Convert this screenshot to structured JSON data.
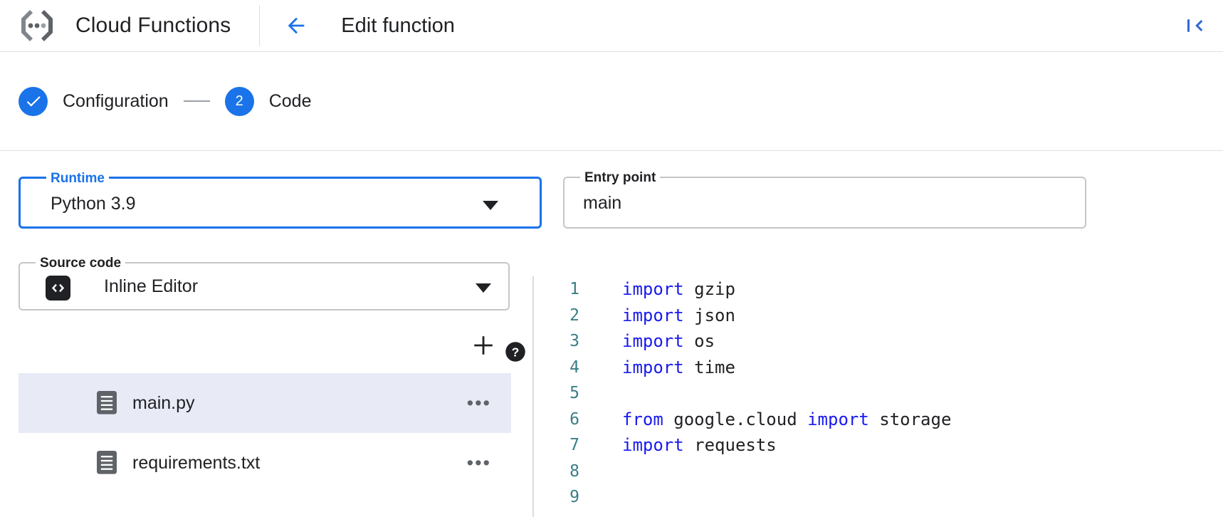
{
  "appbar": {
    "brand_title": "Cloud Functions",
    "brand_logo_icon": "cloud-functions-logo",
    "back_icon": "arrow-left-icon",
    "page_title": "Edit function",
    "collapse_icon": "collapse-panel-icon"
  },
  "stepper": {
    "steps": [
      {
        "label": "Configuration",
        "marker": "check",
        "state": "completed"
      },
      {
        "label": "Code",
        "marker": "2",
        "state": "active"
      }
    ]
  },
  "form": {
    "runtime": {
      "label": "Runtime",
      "value": "Python 3.9",
      "focused": true,
      "caret_icon": "chevron-down-icon",
      "help_icon": "help-icon"
    },
    "entry_point": {
      "label": "Entry point",
      "value": "main",
      "placeholder": "Entry point",
      "help_icon": "help-icon"
    },
    "source_code": {
      "label": "Source code",
      "value": "Inline Editor",
      "leading_icon": "code-brackets-icon",
      "caret_icon": "chevron-down-icon"
    }
  },
  "files": {
    "add_button_icon": "plus-icon",
    "items": [
      {
        "name": "main.py",
        "icon": "file-icon",
        "selected": true,
        "menu": "•••"
      },
      {
        "name": "requirements.txt",
        "icon": "file-icon",
        "selected": false,
        "menu": "•••"
      }
    ]
  },
  "editor": {
    "lines": [
      {
        "n": "1",
        "tokens": [
          {
            "t": "import",
            "k": true
          },
          {
            "t": " gzip",
            "k": false
          }
        ]
      },
      {
        "n": "2",
        "tokens": [
          {
            "t": "import",
            "k": true
          },
          {
            "t": " json",
            "k": false
          }
        ]
      },
      {
        "n": "3",
        "tokens": [
          {
            "t": "import",
            "k": true
          },
          {
            "t": " os",
            "k": false
          }
        ]
      },
      {
        "n": "4",
        "tokens": [
          {
            "t": "import",
            "k": true
          },
          {
            "t": " time",
            "k": false
          }
        ]
      },
      {
        "n": "5",
        "tokens": []
      },
      {
        "n": "6",
        "tokens": [
          {
            "t": "from",
            "k": true
          },
          {
            "t": " google.cloud ",
            "k": false
          },
          {
            "t": "import",
            "k": true
          },
          {
            "t": " storage",
            "k": false
          }
        ]
      },
      {
        "n": "7",
        "tokens": [
          {
            "t": "import",
            "k": true
          },
          {
            "t": " requests",
            "k": false
          }
        ]
      },
      {
        "n": "8",
        "tokens": []
      },
      {
        "n": "9",
        "tokens": []
      }
    ]
  },
  "colors": {
    "accent_blue": "#1a73e8",
    "keyword_blue": "#1a1aee",
    "gutter_teal": "#3b7e87",
    "selected_row": "#e8eaf6",
    "text": "#202124",
    "border": "#dadce0"
  }
}
